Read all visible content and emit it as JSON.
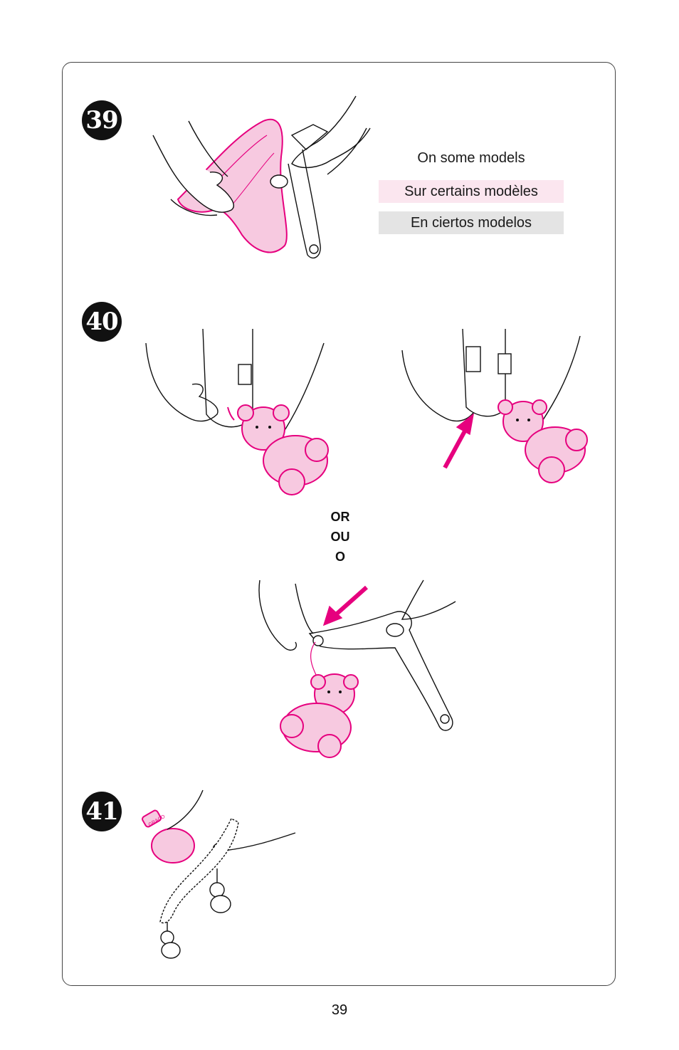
{
  "steps": [
    {
      "number": "39"
    },
    {
      "number": "40"
    },
    {
      "number": "41"
    }
  ],
  "captions": {
    "en": "On some models",
    "fr": "Sur certains modèles",
    "es": "En ciertos modelos"
  },
  "or_labels": [
    "OR",
    "OU",
    "O"
  ],
  "badge_text": "GRACO",
  "page_number": "39",
  "colors": {
    "accent_pink": "#e6007e",
    "fr_band": "#fbe6ef",
    "es_band": "#e4e4e4",
    "badge_black": "#111111"
  }
}
